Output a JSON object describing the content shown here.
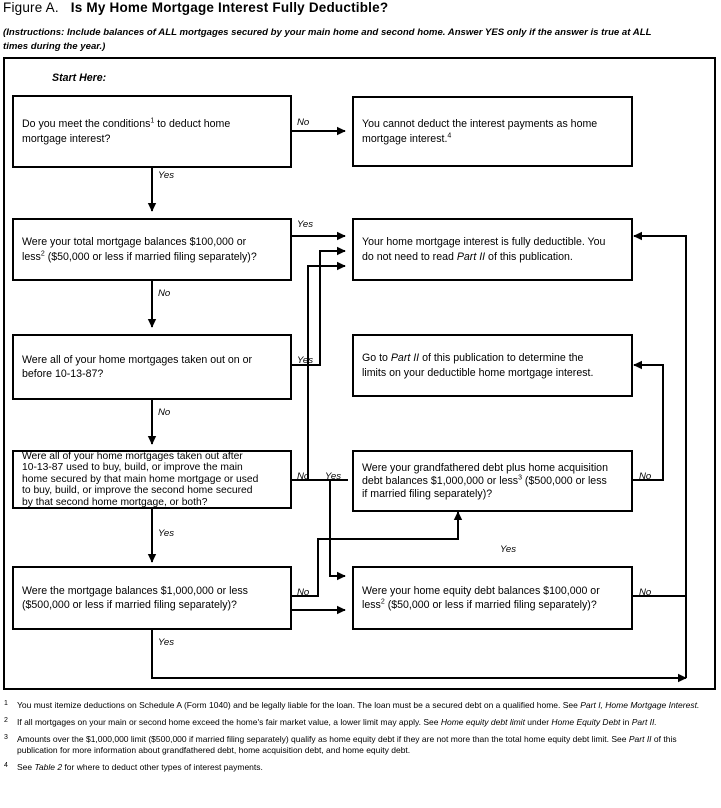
{
  "figure": {
    "label": "Figure A.",
    "title": "Is My Home Mortgage Interest Fully Deductible?",
    "instructions_line1": "(Instructions: Include balances of ALL mortgages secured by your main home and second home. Answer YES only if the answer is true at ALL",
    "instructions_line2": "times during the year.)",
    "start_here": "Start Here:"
  },
  "nodes": {
    "q1": {
      "id": "q1",
      "text": "Do you meet the conditions to deduct home mortgage interest?",
      "line1_a": "Do you meet the conditions",
      "sup": "1",
      "line1_b": " to deduct home",
      "line2": "mortgage interest?"
    },
    "cannot_deduct": {
      "id": "cannot-deduct",
      "line1": "You cannot deduct the interest payments as home",
      "line2_a": "mortgage interest.",
      "sup": "4"
    },
    "q2": {
      "id": "q2",
      "line1": "Were your total mortgage balances $100,000 or",
      "line2_a": "less",
      "sup": "2",
      "line2_b": " ($50,000 or less if married filing separately)?"
    },
    "fully_deductible": {
      "id": "fully-deductible",
      "line1": "Your home mortgage interest is fully deductible. You",
      "line2_a": "do not need to read ",
      "line2_it": "Part II",
      "line2_b": " of this publication."
    },
    "q3": {
      "id": "q3",
      "line1": "Were all of your home mortgages taken out on or",
      "line2": "before 10-13-87?"
    },
    "go_part2": {
      "id": "go-to-part-ii",
      "line1_a": "Go to ",
      "line1_it": "Part II",
      "line1_b": " of this publication to determine the",
      "line2": "limits on your deductible home mortgage interest."
    },
    "q4": {
      "id": "q4",
      "line1": "Were all of your home mortgages taken out after",
      "line2": "10-13-87 used to buy, build, or improve the main",
      "line3": "home secured by that main home mortgage or used",
      "line4": "to buy, build, or improve the second home secured",
      "line5": "by that second home mortgage, or both?"
    },
    "q5": {
      "id": "q5",
      "line1": "Were your grandfathered debt plus home acquisition",
      "line2_a": "debt balances $1,000,000 or less",
      "sup": "3",
      "line2_b": " ($500,000 or less",
      "line3": "if married filing separately)?"
    },
    "q6": {
      "id": "q6",
      "line1": "Were the mortgage balances $1,000,000 or less",
      "line2": "($500,000 or less if married filing separately)?"
    },
    "q7": {
      "id": "q7",
      "line1": "Were your home equity debt balances $100,000 or",
      "line2_a": "less",
      "sup": "2",
      "line2_b": " ($50,000 or less if married filing separately)?"
    }
  },
  "edge_labels": {
    "q1_no": "No",
    "q1_yes": "Yes",
    "q2_yes": "Yes",
    "q2_no": "No",
    "q3_yes": "Yes",
    "q3_no": "No",
    "q4_no": "No",
    "q4_yes_down": "Yes",
    "q5_yes_up": "Yes",
    "q5_yes_left": "Yes",
    "q5_no": "No",
    "q6_no": "No",
    "q6_yes": "Yes",
    "q7_no": "No"
  },
  "footnotes": [
    {
      "marker": "1",
      "segments": [
        {
          "t": "You must itemize deductions on Schedule A (Form 1040) and be legally liable for the loan. The loan must be a secured debt on a qualified home. See ",
          "i": false
        },
        {
          "t": "Part I, Home Mortgage Interest.",
          "i": true
        }
      ]
    },
    {
      "marker": "2",
      "segments": [
        {
          "t": "If all mortgages on your main or second home exceed the home's fair market value, a lower limit may apply. See ",
          "i": false
        },
        {
          "t": "Home equity debt limit",
          "i": true
        },
        {
          "t": " under ",
          "i": false
        },
        {
          "t": "Home Equity Debt",
          "i": true
        },
        {
          "t": " in ",
          "i": false
        },
        {
          "t": "Part II.",
          "i": true
        }
      ]
    },
    {
      "marker": "3",
      "segments": [
        {
          "t": "Amounts over the $1,000,000 limit ($500,000 if married filing separately) qualify as home equity debt if they are not more than the total home equity debt limit. See ",
          "i": false
        },
        {
          "t": "Part II",
          "i": true
        },
        {
          "t": " of this publication for more information about grandfathered debt, home acquisition debt, and home equity debt.",
          "i": false
        }
      ]
    },
    {
      "marker": "4",
      "segments": [
        {
          "t": "See ",
          "i": false
        },
        {
          "t": "Table 2",
          "i": true
        },
        {
          "t": " for where to deduct other types of interest payments.",
          "i": false
        }
      ]
    }
  ],
  "colors": {
    "ink": "#000000",
    "paper": "#ffffff"
  }
}
